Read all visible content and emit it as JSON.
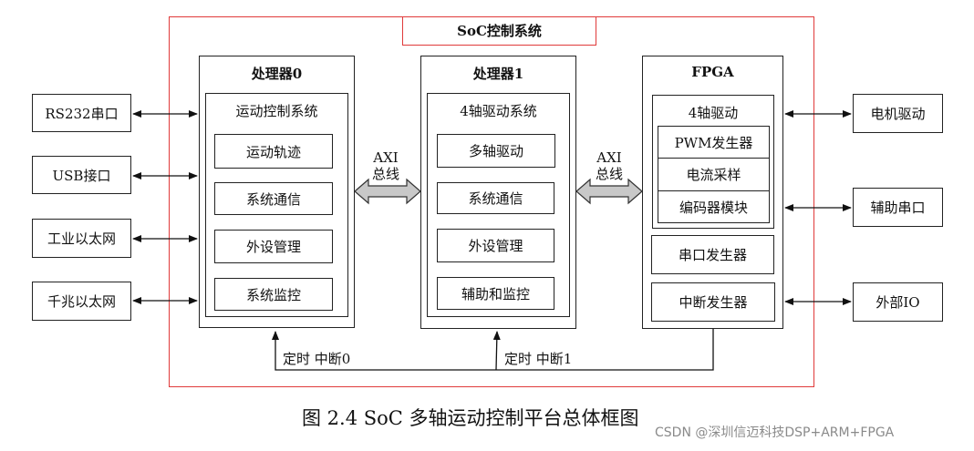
{
  "soc_system": {
    "title": "SoC控制系统"
  },
  "external_left": [
    {
      "label": "RS232串口"
    },
    {
      "label": "USB接口"
    },
    {
      "label": "工业以太网"
    },
    {
      "label": "千兆以太网"
    }
  ],
  "processor0": {
    "title": "处理器0",
    "subsystem": "运动控制系统",
    "modules": [
      "运动轨迹",
      "系统通信",
      "外设管理",
      "系统监控"
    ]
  },
  "processor1": {
    "title": "处理器1",
    "subsystem": "4轴驱动系统",
    "modules": [
      "多轴驱动",
      "系统通信",
      "外设管理",
      "辅助和监控"
    ]
  },
  "fpga": {
    "title": "FPGA",
    "drive_group": "4轴驱动",
    "drive_modules": [
      "PWM发生器",
      "电流采样",
      "编码器模块"
    ],
    "modules": [
      "串口发生器",
      "中断发生器"
    ]
  },
  "external_right": [
    {
      "label": "电机驱动"
    },
    {
      "label": "辅助串口"
    },
    {
      "label": "外部IO"
    }
  ],
  "buses": [
    {
      "line1": "AXI",
      "line2": "总线"
    },
    {
      "line1": "AXI",
      "line2": "总线"
    }
  ],
  "interrupts": [
    "定时 中断0",
    "定时 中断1"
  ],
  "caption": "图 2.4 SoC 多轴运动控制平台总体框图",
  "watermark": "CSDN @深圳信迈科技DSP+ARM+FPGA",
  "colors": {
    "soc_border": "#e03a3a",
    "line": "#222222",
    "bus_fill": "#c8c8c8"
  }
}
